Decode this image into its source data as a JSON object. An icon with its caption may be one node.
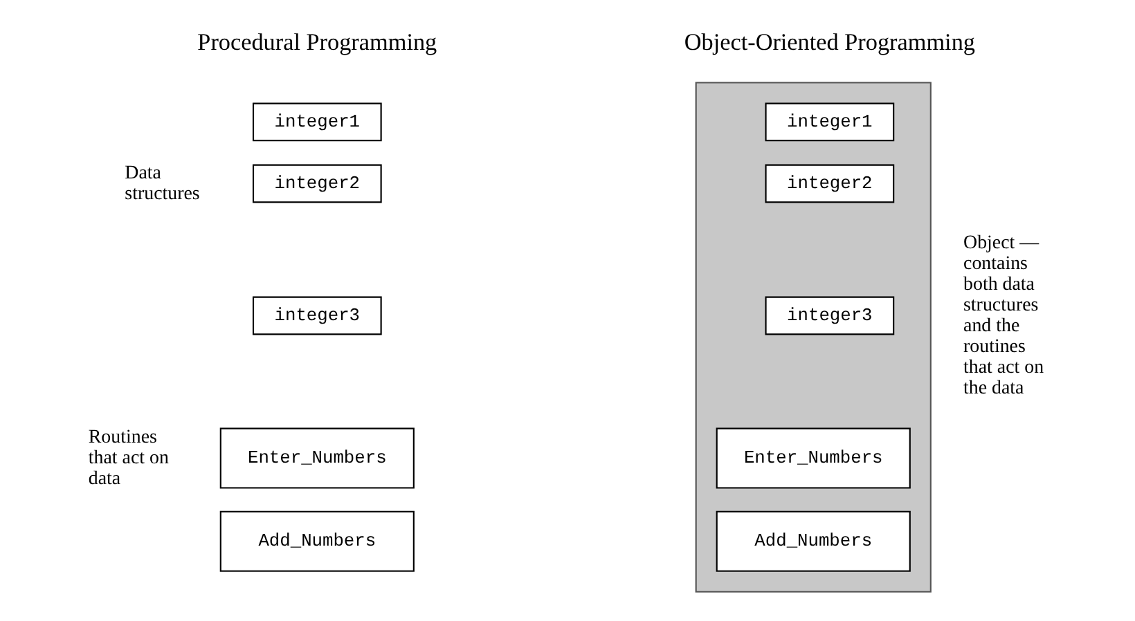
{
  "diagram": {
    "nodes": [
      {
        "text": [
          "integer1"
        ]
      },
      {
        "text": [
          "integer2"
        ]
      },
      {
        "text": [
          "integer3"
        ]
      },
      {
        "text": [
          "Enter_Numbers"
        ]
      },
      {
        "text": [
          "Add_Numbers"
        ]
      },
      {
        "text": [],
        "shape": "box"
      },
      {
        "text": [
          "integer1"
        ],
        "in": 5
      },
      {
        "text": [
          "integer2"
        ],
        "in": 5
      },
      {
        "text": [
          "integer3"
        ],
        "in": 5
      },
      {
        "text": [
          "Enter_Numbers"
        ],
        "in": 5
      },
      {
        "text": [
          "Add_Numbers"
        ],
        "in": 5
      }
    ],
    "edges": [],
    "labels": [
      "Procedural Programming",
      "Object-Oriented Programming",
      "Data structures",
      "Routines that act on data",
      "Object — contains both data structures and the routines that act on the data"
    ]
  }
}
